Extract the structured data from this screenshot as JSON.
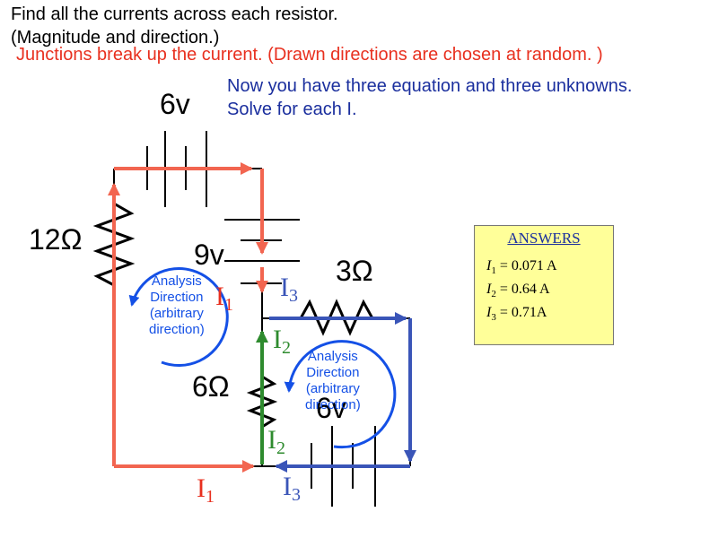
{
  "header": {
    "line1": "Find all the currents across each resistor.",
    "line2": "(Magnitude and direction.)",
    "line3": "Junctions break up the current. (Drawn directions are chosen at random. )"
  },
  "note": {
    "line1": "Now you have three equation and three unknowns.",
    "line2": "Solve for each I."
  },
  "labels": {
    "battery_top": "6v",
    "battery_mid": "9v",
    "battery_bottom": "6v",
    "resistor_left": "12Ω",
    "resistor_right": "3Ω",
    "resistor_mid": "6Ω"
  },
  "loops": {
    "left": [
      "Analysis",
      "Direction",
      "(arbitrary",
      "direction)"
    ],
    "right": [
      "Analysis",
      "Direction",
      "(arbitrary",
      "direction)"
    ]
  },
  "currents": {
    "i1_mid": {
      "letter": "I",
      "sub": "1"
    },
    "i1_bot": {
      "letter": "I",
      "sub": "1"
    },
    "i2_up": {
      "letter": "I",
      "sub": "2"
    },
    "i2_low": {
      "letter": "I",
      "sub": "2"
    },
    "i3_up": {
      "letter": "I",
      "sub": "3"
    },
    "i3_bot": {
      "letter": "I",
      "sub": "3"
    }
  },
  "answers": {
    "title": "ANSWERS",
    "items": [
      {
        "var": "I",
        "sub": "1",
        "value": "= 0.071 A"
      },
      {
        "var": "I",
        "sub": "2",
        "value": "= 0.64  A"
      },
      {
        "var": "I",
        "sub": "3",
        "value": "= 0.71A"
      }
    ]
  },
  "colors": {
    "i1": "#f26550",
    "i2": "#2e8b2e",
    "i3": "#3a55b8",
    "loop": "#1450e6",
    "header_red": "#e8301f",
    "note_blue": "#1b2f9e",
    "answers_bg": "#ffff99"
  }
}
